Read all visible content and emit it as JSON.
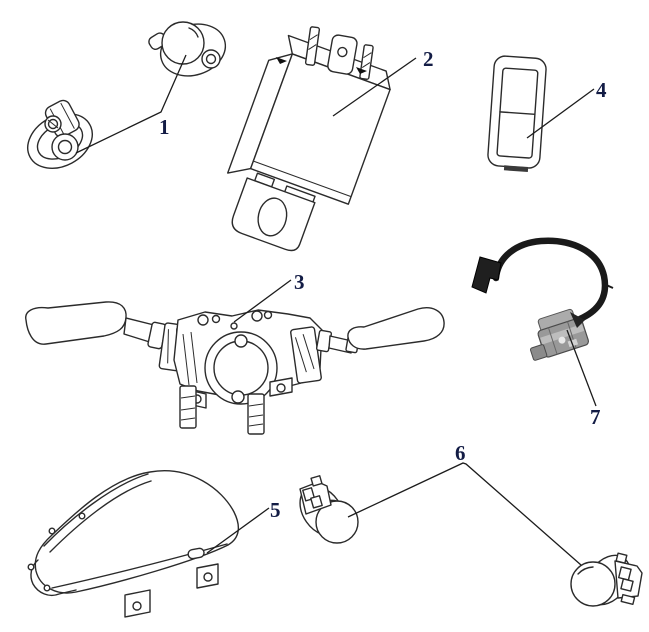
{
  "figure": {
    "type": "parts-diagram",
    "background": "#ffffff",
    "line_color": "#2b2b2b",
    "label_color": "#131c45",
    "callouts": [
      {
        "label": "1"
      },
      {
        "label": "2"
      },
      {
        "label": "3"
      },
      {
        "label": "4"
      },
      {
        "label": "5"
      },
      {
        "label": "6"
      },
      {
        "label": "7"
      }
    ]
  }
}
